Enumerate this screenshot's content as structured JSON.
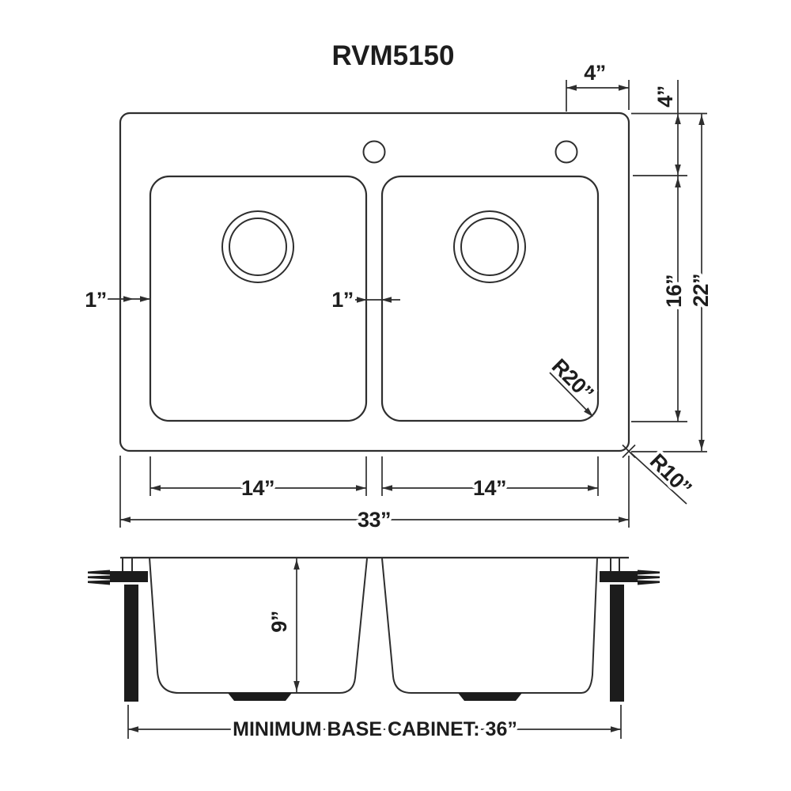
{
  "title": "RVM5150",
  "top_view": {
    "dim_faucet_offset_h": "4”",
    "dim_faucet_offset_v": "4”",
    "dim_bowl_front_to_back": "16”",
    "dim_overall_front_to_back": "22”",
    "dim_left_reveal": "1”",
    "dim_center_divider": "1”",
    "dim_left_bowl_width": "14”",
    "dim_right_bowl_width": "14”",
    "dim_overall_width": "33”",
    "dim_bowl_corner_radius": "R20”",
    "dim_sink_corner_radius": "R10”"
  },
  "front_view": {
    "dim_bowl_depth": "9”",
    "dim_base_cabinet": "MINIMUM BASE CABINET: 36”"
  }
}
